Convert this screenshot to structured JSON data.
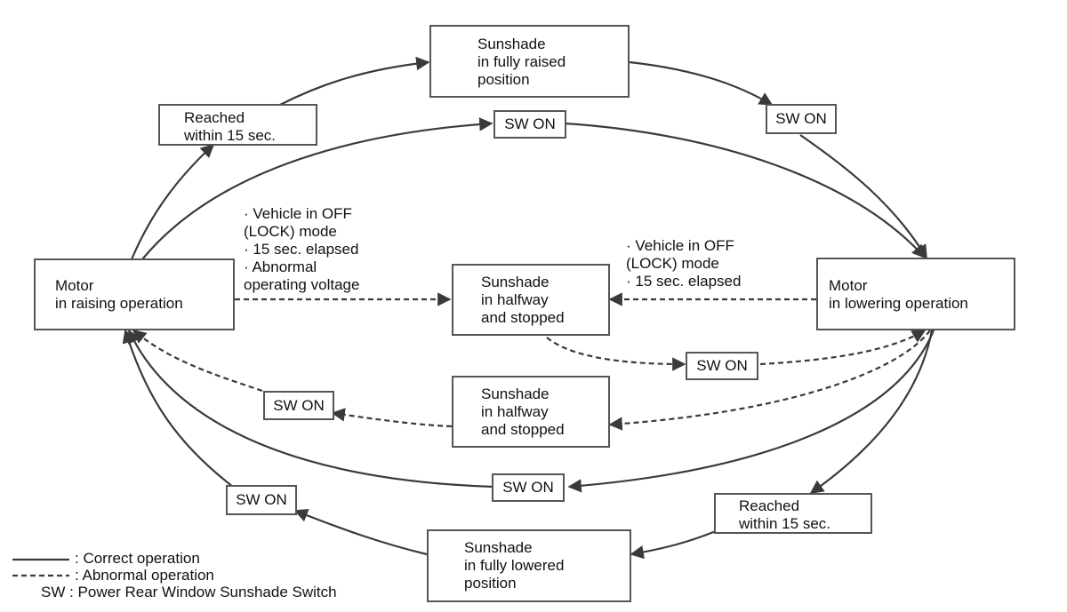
{
  "colors": {
    "line": "#3a3a3a",
    "box_border": "#555555",
    "text": "#111111"
  },
  "nodes": {
    "fully_raised": "Sunshade\nin fully raised\nposition",
    "motor_raising": "Motor\nin raising operation",
    "motor_lowering": "Motor\nin lowering operation",
    "halfway_top": "Sunshade\nin halfway\nand stopped",
    "halfway_bottom": "Sunshade\nin halfway\nand stopped",
    "fully_lowered": "Sunshade\nin fully lowered\nposition"
  },
  "transitions": {
    "reached_left": "Reached\nwithin 15 sec.",
    "reached_right": "Reached\nwithin 15 sec.",
    "sw_on_top_center": "SW ON",
    "sw_on_top_right": "SW ON",
    "sw_on_mid_right": "SW ON",
    "sw_on_mid_left": "SW ON",
    "sw_on_bottom_center": "SW ON",
    "sw_on_bottom_left": "SW ON"
  },
  "conditions": {
    "left": "· Vehicle in OFF\n(LOCK) mode\n· 15 sec. elapsed\n· Abnormal\noperating voltage",
    "right": "· Vehicle in OFF\n(LOCK) mode\n· 15 sec. elapsed"
  },
  "legend": {
    "correct": ": Correct operation",
    "abnormal": ": Abnormal operation",
    "sw": "SW : Power Rear Window Sunshade Switch"
  }
}
